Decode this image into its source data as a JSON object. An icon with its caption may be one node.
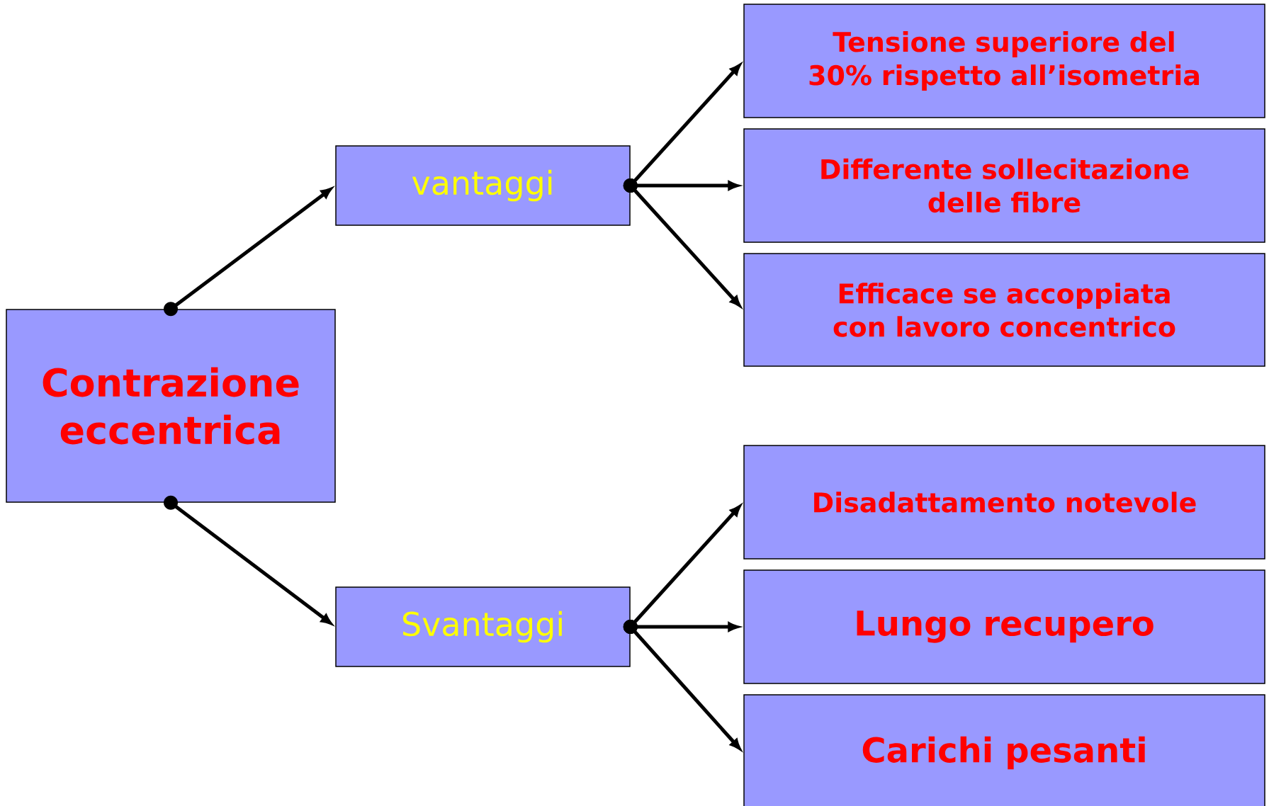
{
  "diagram": {
    "nodes": [
      {
        "text": [
          "Contrazione eccentrica"
        ]
      },
      {
        "text": [
          "vantaggi"
        ]
      },
      {
        "text": [
          "Tensione superiore del 30% rispetto all’isometria"
        ]
      },
      {
        "text": [
          "Differente sollecitazione delle fibre"
        ]
      },
      {
        "text": [
          "Efficace se accoppiata con lavoro concentrico"
        ]
      },
      {
        "text": [
          "Svantaggi"
        ]
      },
      {
        "text": [
          "Disadattamento notevole"
        ]
      },
      {
        "text": [
          "Lungo recupero"
        ]
      },
      {
        "text": [
          "Carichi pesanti"
        ]
      }
    ],
    "edges": [
      {
        "from": 0,
        "to": 1,
        "arrow": "to"
      },
      {
        "from": 1,
        "to": 2,
        "arrow": "to"
      },
      {
        "from": 1,
        "to": 3,
        "arrow": "to"
      },
      {
        "from": 1,
        "to": 4,
        "arrow": "to"
      },
      {
        "from": 0,
        "to": 5,
        "arrow": "to"
      },
      {
        "from": 5,
        "to": 6,
        "arrow": "to"
      },
      {
        "from": 5,
        "to": 7,
        "arrow": "to"
      },
      {
        "from": 5,
        "to": 8,
        "arrow": "to"
      }
    ]
  }
}
